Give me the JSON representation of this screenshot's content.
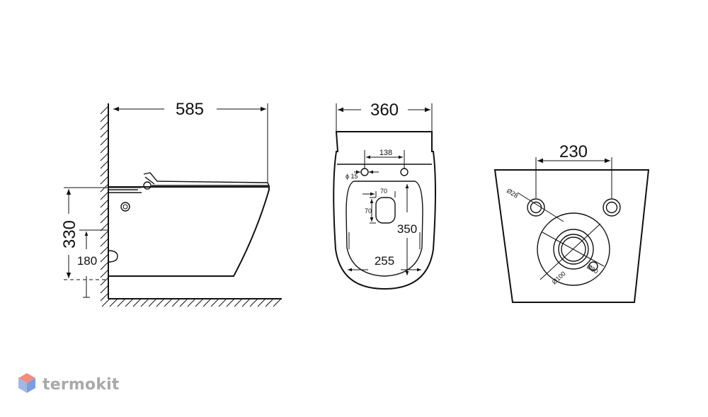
{
  "side_view": {
    "width_label": "585",
    "height_label": "330",
    "outlet_height_label": "180"
  },
  "top_view": {
    "width_label": "360",
    "hole_spacing_label": "138",
    "hole_diameter_label": "ϕ 15",
    "seat_opening_width_label": "70",
    "seat_opening_height_label": "70",
    "length_label": "350",
    "bowl_width_label": "255"
  },
  "rear_view": {
    "stud_spacing_label": "230",
    "stud_diameter_label": "Ø28",
    "outlet_inner_label": "Ø80",
    "outlet_outer_label": "Ø100"
  },
  "brand": {
    "name": "termokit",
    "colors": {
      "top": "#f28b82",
      "left": "#9fb8e6",
      "right": "#7a9ee0",
      "text": "#a9a9a9"
    }
  }
}
